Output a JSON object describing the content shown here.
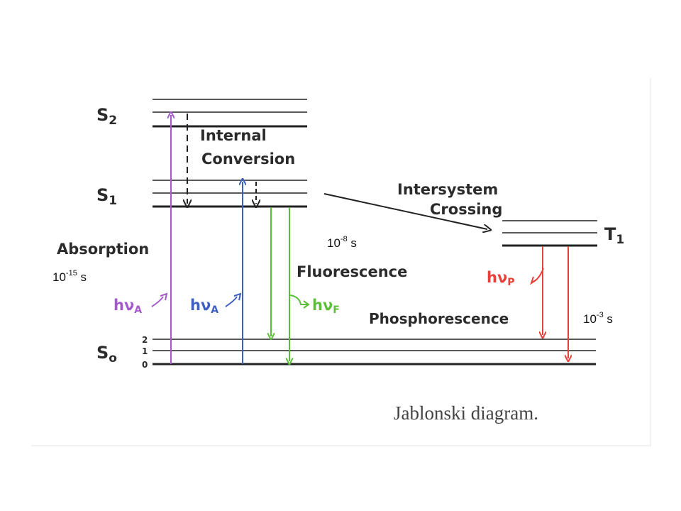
{
  "diagram": {
    "title": "Jablonski diagram.",
    "states": {
      "s2": {
        "letter": "S",
        "sub": "2"
      },
      "s1": {
        "letter": "S",
        "sub": "1"
      },
      "s0": {
        "letter": "S",
        "sub": "o"
      },
      "t1": {
        "letter": "T",
        "sub": "1"
      }
    },
    "vibrational_levels": [
      "2",
      "1",
      "0"
    ],
    "processes": {
      "internal_conversion": [
        "Internal",
        "Conversion"
      ],
      "intersystem_crossing": [
        "Intersystem",
        "Crossing"
      ],
      "absorption": "Absorption",
      "fluorescence": "Fluorescence",
      "phosphorescence": "Phosphorescence"
    },
    "photons": {
      "absorption_1": {
        "base": "hν",
        "sub": "A"
      },
      "absorption_2": {
        "base": "hν",
        "sub": "A"
      },
      "fluorescence": {
        "base": "hν",
        "sub": "F"
      },
      "phosphorescence": {
        "base": "hν",
        "sub": "P"
      }
    },
    "timescales": {
      "absorption": {
        "base": "10",
        "exp": "-15",
        "unit": " s"
      },
      "fluorescence": {
        "base": "10",
        "exp": "-8",
        "unit": " s"
      },
      "phosphorescence": {
        "base": "10",
        "exp": "-3",
        "unit": " s"
      }
    },
    "colors": {
      "absorption_1": "#a35bc9",
      "absorption_2": "#3e5fc4",
      "fluorescence": "#5cbf3a",
      "phosphorescence": "#e8413b",
      "levels": "#222222"
    }
  }
}
